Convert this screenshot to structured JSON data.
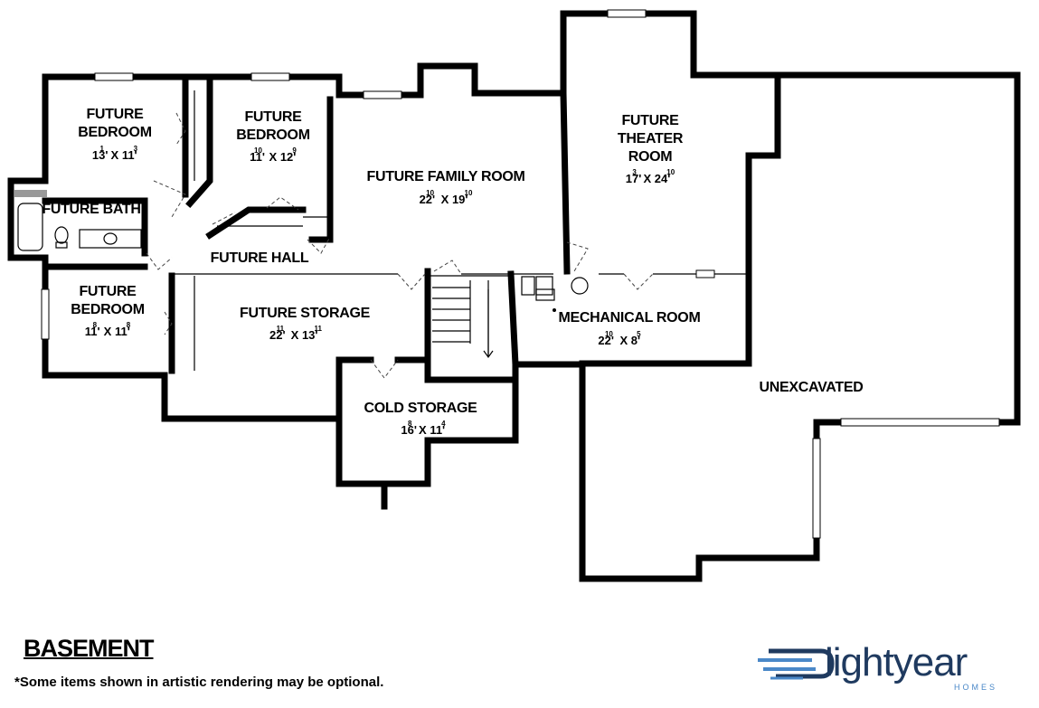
{
  "plan": {
    "title": "BASEMENT",
    "note": "*Some items shown in artistic rendering may be optional."
  },
  "brand": {
    "name": "lightyear",
    "sub": "HOMES",
    "colors": {
      "primary": "#1f3a5f",
      "accent": "#4a88c8"
    }
  },
  "rooms": {
    "bedroom1": {
      "line1": "FUTURE",
      "line2": "BEDROOM",
      "w": "13'",
      "w_in": "1",
      "sep": "X",
      "d": "11'",
      "d_in": "3"
    },
    "bedroom2": {
      "line1": "FUTURE",
      "line2": "BEDROOM",
      "w": "11'",
      "w_in": "10",
      "sep": "X",
      "d": "12'",
      "d_in": "9"
    },
    "bath": {
      "name": "FUTURE BATH"
    },
    "hall": {
      "name": "FUTURE HALL"
    },
    "bedroom3": {
      "line1": "FUTURE",
      "line2": "BEDROOM",
      "w": "11'",
      "w_in": "8",
      "sep": "X",
      "d": "11'",
      "d_in": "8"
    },
    "family": {
      "name": "FUTURE FAMILY ROOM",
      "w": "22'",
      "w_in": "10",
      "sep": "X",
      "d": "19'",
      "d_in": "10"
    },
    "theater": {
      "line1": "FUTURE",
      "line2": "THEATER",
      "line3": "ROOM",
      "w": "17'",
      "w_in": "3",
      "sep": "X",
      "d": "24'",
      "d_in": "10"
    },
    "storage": {
      "name": "FUTURE STORAGE",
      "w": "22'",
      "w_in": "11",
      "sep": "X",
      "d": "13'",
      "d_in": "11"
    },
    "mechanical": {
      "name": "MECHANICAL ROOM",
      "w": "22'",
      "w_in": "10",
      "sep": "X",
      "d": "8'",
      "d_in": "5"
    },
    "cold": {
      "name": "COLD STORAGE",
      "w": "16'",
      "w_in": "8",
      "sep": "X",
      "d": "11'",
      "d_in": "4"
    },
    "unexcavated": {
      "name": "UNEXCAVATED"
    }
  }
}
